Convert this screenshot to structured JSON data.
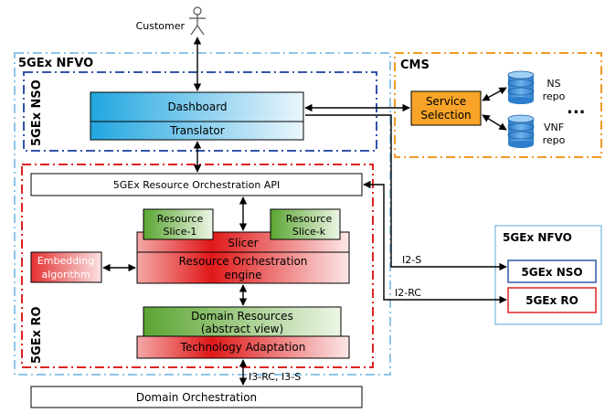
{
  "customer_label": "Customer",
  "nfvo_title": "5GEx NFVO",
  "nso_title": "5GEx NSO",
  "ro_title": "5GEx RO",
  "cms_title": "CMS",
  "dashboard_label": "Dashboard",
  "translator_label": "Translator",
  "service_selection_label": [
    "Service",
    "Selection"
  ],
  "ns_repo_label": [
    "NS",
    "repo"
  ],
  "vnf_repo_label": [
    "VNF",
    "repo"
  ],
  "ellipsis": "...",
  "ro_api_label": "5GEx Resource Orchestration API",
  "resource_slice_1": [
    "Resource",
    "Slice-1"
  ],
  "resource_slice_k": [
    "Resource",
    "Slice-k"
  ],
  "slicer_label": "Slicer",
  "ro_engine_label": [
    "Resource Orchestration",
    "engine"
  ],
  "embedding_label": [
    "Embedding",
    "algorithm"
  ],
  "domain_resources_label": [
    "Domain Resources",
    "(abstract view)"
  ],
  "tech_adaptation_label": "Technology Adaptation",
  "domain_orch_label": "Domain Orchestration",
  "i2s_label": "I2-S",
  "i2rc_label": "I2-RC",
  "i3_label": "I3-RC, I3-S",
  "legend": {
    "title": "5GEx NFVO",
    "nso": "5GEx NSO",
    "ro": "5GEx RO"
  },
  "colors": {
    "nfvo_border": "#8ec5e8",
    "nso_border": "#3355a8",
    "ro_border": "#dd2222",
    "cms_border": "#f09a28",
    "service_selection": "#f7a428",
    "db_blue": "#3e8ed8"
  }
}
